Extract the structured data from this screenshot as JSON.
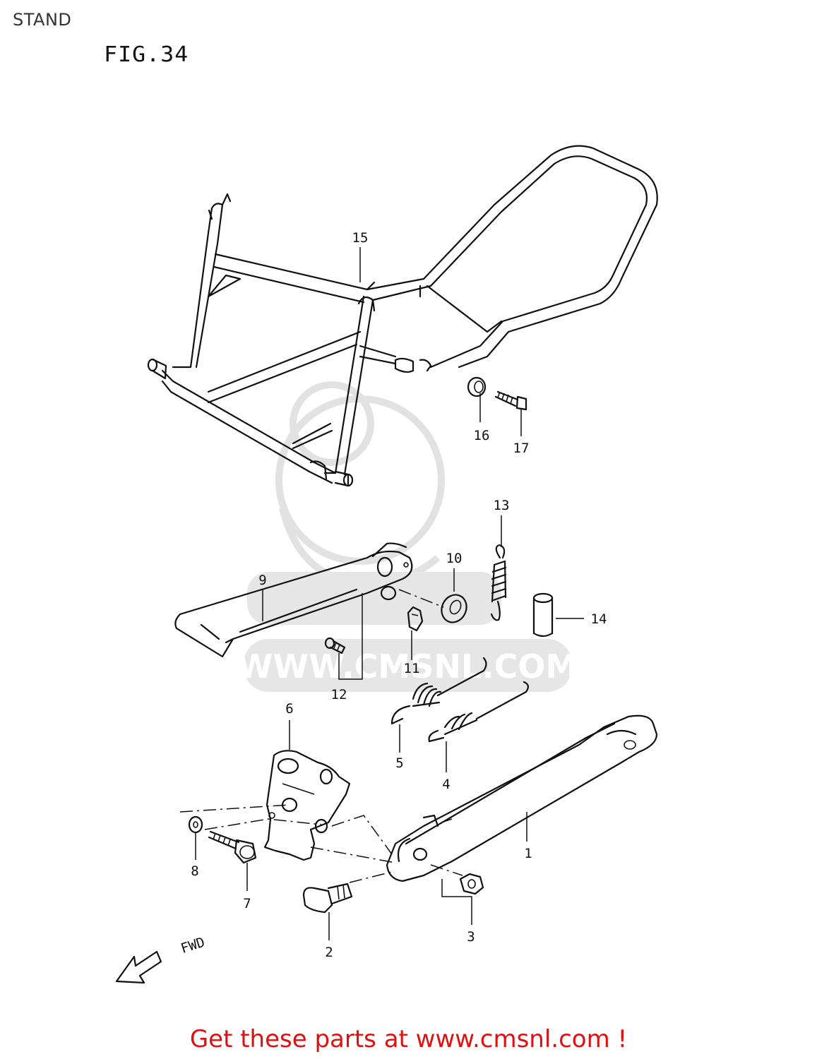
{
  "header": {
    "section_title": "STAND",
    "figure_label": "FIG.34"
  },
  "diagram": {
    "callouts": [
      "1",
      "2",
      "3",
      "4",
      "5",
      "6",
      "7",
      "8",
      "9",
      "10",
      "11",
      "12",
      "13",
      "14",
      "15",
      "16",
      "17"
    ],
    "direction_label": "FWD"
  },
  "watermark": {
    "brand": "cms",
    "url": "WWW.CMSNL.COM"
  },
  "footer": {
    "text": "Get these parts at www.cmsnl.com !",
    "color": "#dd1111"
  }
}
